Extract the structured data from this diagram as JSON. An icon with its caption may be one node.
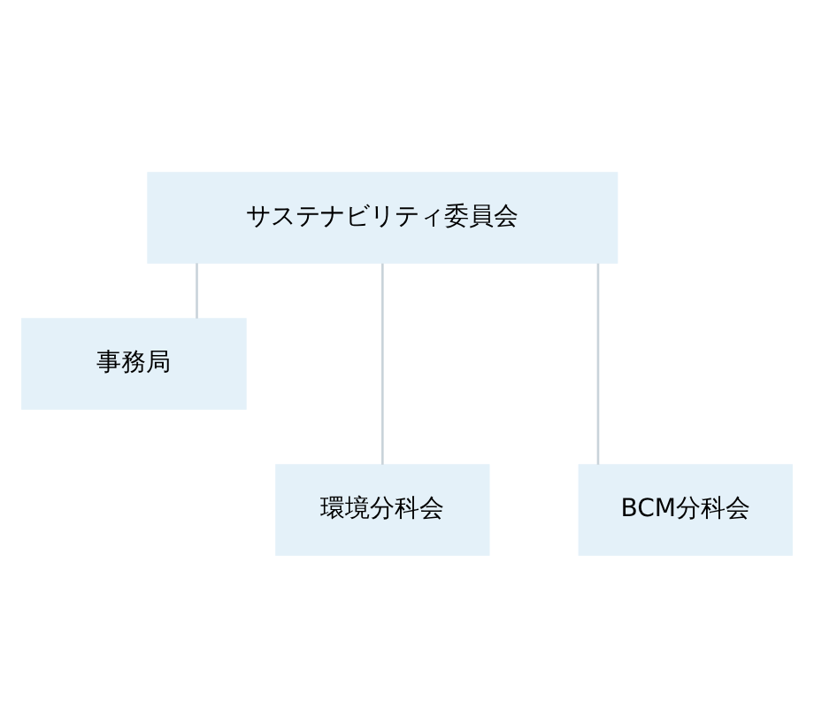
{
  "diagram": {
    "nodes": [
      {
        "text": [
          "サステナビリティ委員会"
        ]
      },
      {
        "text": [
          "事務局"
        ]
      },
      {
        "text": [
          "環境分科会"
        ]
      },
      {
        "text": [
          "BCM分科会"
        ]
      }
    ],
    "edges": [
      {
        "from": 0,
        "to": 1,
        "arrow": "none"
      },
      {
        "from": 0,
        "to": 2,
        "arrow": "none"
      },
      {
        "from": 0,
        "to": 3,
        "arrow": "none"
      }
    ]
  }
}
